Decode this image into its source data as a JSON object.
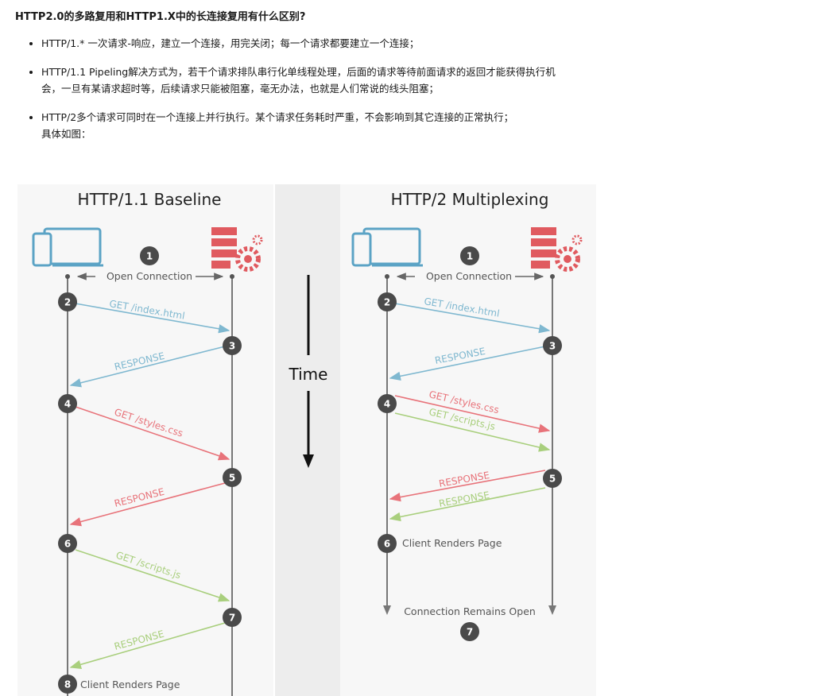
{
  "heading": "HTTP2.0的多路复用和HTTP1.X中的长连接复用有什么区别?",
  "notes": [
    {
      "line1": "HTTP/1.* 一次请求-响应，建立一个连接，用完关闭；每一个请求都要建立一个连接；",
      "line2": ""
    },
    {
      "line1": "HTTP/1.1 Pipeling解决方式为，若干个请求排队串行化单线程处理，后面的请求等待前面请求的返回才能获得执行机",
      "line2": "会，一旦有某请求超时等，后续请求只能被阻塞，毫无办法，也就是人们常说的线头阻塞；"
    },
    {
      "line1": "HTTP/2多个请求可同时在一个连接上并行执行。某个请求任务耗时严重，不会影响到其它连接的正常执行；",
      "line2": "具体如图："
    }
  ],
  "diagram": {
    "time_label": "Time",
    "colors": {
      "blue": "#7fb8d0",
      "red": "#e8737a",
      "green": "#a9cf7d",
      "number_bg": "#4a4a4a",
      "icon_blue": "#5ba3c5",
      "icon_red": "#e05a5f",
      "panel_bg": "#f5f5f5",
      "time_bg": "#efefef"
    },
    "left": {
      "title": "HTTP/1.1 Baseline",
      "open_label": "Open Connection",
      "messages": [
        {
          "label": "GET /index.html",
          "color": "blue"
        },
        {
          "label": "RESPONSE",
          "color": "blue"
        },
        {
          "label": "GET /styles.css",
          "color": "red"
        },
        {
          "label": "RESPONSE",
          "color": "red"
        },
        {
          "label": "GET /scripts.js",
          "color": "green"
        },
        {
          "label": "RESPONSE",
          "color": "green"
        }
      ],
      "steps": [
        "1",
        "2",
        "3",
        "4",
        "5",
        "6",
        "7",
        "8"
      ],
      "client_renders": "Client Renders Page"
    },
    "right": {
      "title": "HTTP/2 Multiplexing",
      "open_label": "Open Connection",
      "messages": [
        {
          "label": "GET /index.html",
          "color": "blue"
        },
        {
          "label": "RESPONSE",
          "color": "blue"
        },
        {
          "label": "GET /styles.css",
          "color": "red"
        },
        {
          "label": "GET /scripts.js",
          "color": "green"
        },
        {
          "label": "RESPONSE",
          "color": "red"
        },
        {
          "label": "RESPONSE",
          "color": "green"
        }
      ],
      "steps": [
        "1",
        "2",
        "3",
        "4",
        "5",
        "6",
        "7"
      ],
      "client_renders": "Client Renders Page",
      "remains_open": "Connection Remains Open"
    }
  }
}
